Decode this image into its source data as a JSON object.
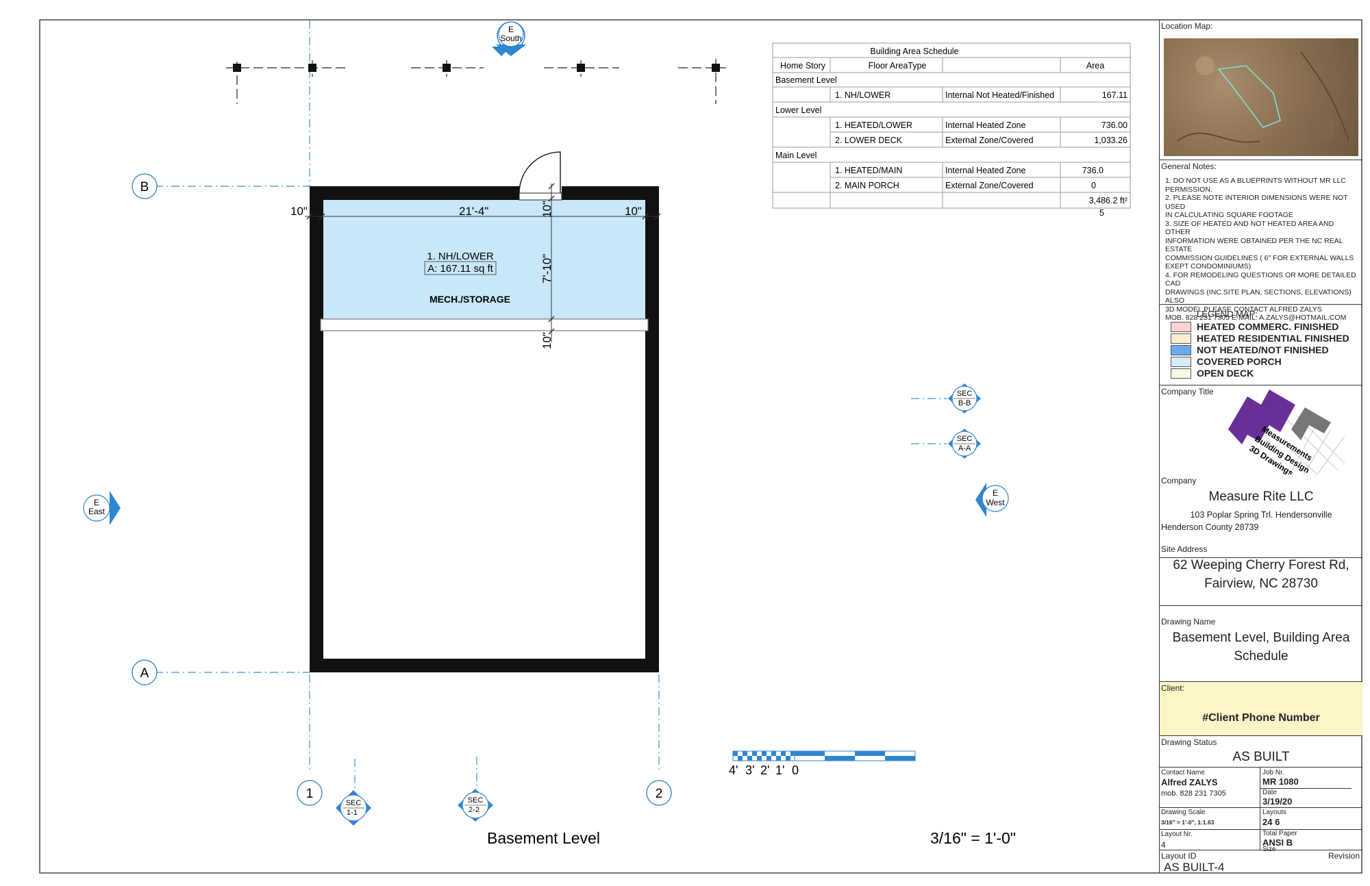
{
  "drawing": {
    "grid": {
      "B": "B",
      "A": "A",
      "one": "1",
      "two": "2"
    },
    "elevations": [
      {
        "letter": "E",
        "name": "South"
      },
      {
        "letter": "E",
        "name": "East"
      },
      {
        "letter": "E",
        "name": "West"
      }
    ],
    "sections": [
      {
        "sec": "SEC",
        "name": "B-B"
      },
      {
        "sec": "SEC",
        "name": "A-A"
      },
      {
        "sec": "SEC",
        "name": "1-1"
      },
      {
        "sec": "SEC",
        "name": "2-2"
      }
    ],
    "dims": {
      "left": "10\"",
      "width": "21'-4\"",
      "right": "10\"",
      "top": "10\"",
      "height": "7'-10\"",
      "mid": "10\""
    },
    "room": {
      "name": "1. NH/LOWER",
      "area": "A: 167.11 sq ft",
      "use": "MECH./STORAGE"
    },
    "scale_bar": {
      "labels": [
        "4'",
        "3'",
        "2'",
        "1'",
        "0"
      ]
    },
    "footer": {
      "level": "Basement Level",
      "scale": "3/16\" = 1'-0\""
    }
  },
  "schedule": {
    "title": "Building Area Schedule",
    "headers": [
      "Home Story",
      "Floor AreaType",
      "",
      "Area"
    ],
    "groups": [
      {
        "name": "Basement Level",
        "rows": [
          {
            "item": "1. NH/LOWER",
            "type": "Internal Not Heated/Finished",
            "area": "167.11"
          }
        ]
      },
      {
        "name": "Lower Level",
        "rows": [
          {
            "item": "1.   HEATED/LOWER",
            "type": "Internal Heated Zone",
            "area": "736.00"
          },
          {
            "item": "2. LOWER DECK",
            "type": "External Zone/Covered",
            "area": "1,033.26"
          }
        ]
      },
      {
        "name": "Main Level",
        "rows": [
          {
            "item": "1.  HEATED/MAIN",
            "type": "Internal Heated Zone",
            "area": "736.0"
          },
          {
            "item": "2. MAIN PORCH",
            "type": "External Zone/Covered",
            "area": "0"
          }
        ]
      }
    ],
    "total_a": "3,486.2 ft²",
    "total_b": "5"
  },
  "titleblock": {
    "location_label": "Location Map:",
    "notes_label": "General Notes:",
    "notes": [
      "1. DO NOT USE AS A BLUEPRINTS WITHOUT MR LLC",
      "PERMISSION.",
      "2. PLEASE NOTE INTERIOR DIMENSIONS WERE NOT USED",
      "IN CALCULATING SQUARE FOOTAGE",
      "3. SIZE OF HEATED AND NOT HEATED AREA AND OTHER",
      "INFORMATION WERE OBTAINED PER THE NC REAL ESTATE",
      "COMMISSION GUIDELINES ( 6\" FOR EXTERNAL WALLS",
      "EXEPT CONDOMINIUMS)",
      "4. FOR REMODELING QUESTIONS OR MORE DETAILED CAD",
      "DRAWINGS (INC.SITE PLAN, SECTIONS, ELEVATIONS) ALSO",
      "3D MODEL PLEASE CONTACT ALFRED ZALYS",
      "MOB. 828 231 7305 E-MAIL: A.ZALYS@HOTMAIL.COM"
    ],
    "legend_title": "LEGEND MAP:",
    "legend": [
      {
        "label": "HEATED COMMERC. FINISHED",
        "color": "#f8d3d3"
      },
      {
        "label": "HEATED RESIDENTIAL FINISHED",
        "color": "#fbeed0"
      },
      {
        "label": "NOT HEATED/NOT FINISHED",
        "color": "#66aef0"
      },
      {
        "label": "COVERED PORCH",
        "color": "#d7ecf5"
      },
      {
        "label": "OPEN DECK",
        "color": "#fbf7e6"
      }
    ],
    "company_title_label": "Company Title",
    "logo_text": [
      "Measurements",
      "Building Design",
      "3D Drawings"
    ],
    "company_label": "Company",
    "company_name": "Measure Rite LLC",
    "company_addr1": "103 Poplar Spring Trl. Hendersonville",
    "company_addr2": "Henderson County 28739",
    "site_label": "Site Address",
    "site_line1": "62 Weeping Cherry Forest Rd,",
    "site_line2": "Fairview, NC 28730",
    "drawing_name_label": "Drawing Name",
    "drawing_name1": "Basement Level, Building Area",
    "drawing_name2": "Schedule",
    "client_label": "Client:",
    "client_value": "#Client Phone Number",
    "status_label": "Drawing Status",
    "status_value": "AS BUILT",
    "contact_label": "Contact Name",
    "contact_name": "Alfred ZALYS",
    "contact_phone": "mob. 828 231 7305",
    "job_label": "Job Nr.",
    "job_value": "MR 1080",
    "date_label": "Date",
    "date_value": "3/19/20",
    "scale_label": "Drawing Scale",
    "scale_value": "3/16\" = 1'-0\", 1:1.63",
    "layouts_label": "Layouts",
    "layouts_value": "24 6",
    "layout_nr_label": "Layout Nr.",
    "layout_nr_value": "4",
    "paper_label": "Total  Paper",
    "paper_value": "ANSI B",
    "size_label": "Size",
    "layout_id_label": "Layout ID",
    "revision_label": "Revision",
    "layout_id_value": "AS BUILT-4"
  }
}
